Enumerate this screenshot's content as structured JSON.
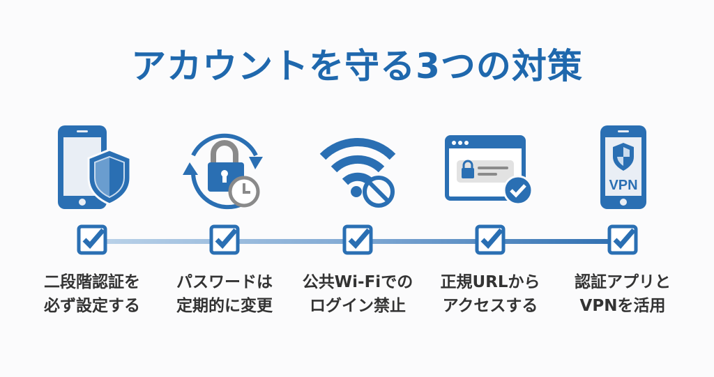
{
  "title": "アカウントを守る3つの対策",
  "items": [
    {
      "icon": "phone-shield-icon",
      "line1": "二段階認証を",
      "line2": "必ず設定する"
    },
    {
      "icon": "lock-rotate-clock-icon",
      "line1": "パスワードは",
      "line2": "定期的に変更"
    },
    {
      "icon": "wifi-prohibited-icon",
      "line1": "公共Wi-Fiでの",
      "line2": "ログイン禁止"
    },
    {
      "icon": "browser-lock-check-icon",
      "line1": "正規URLから",
      "line2": "アクセスする"
    },
    {
      "icon": "phone-vpn-icon",
      "line1": "認証アプリと",
      "line2": "VPNを活用",
      "vpn_text": "VPN"
    }
  ],
  "colors": {
    "primary": "#1f68ad",
    "text": "#333333",
    "gray": "#8a8a8a"
  }
}
